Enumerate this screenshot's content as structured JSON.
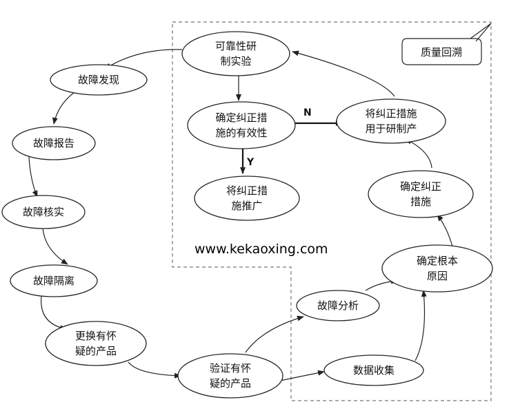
{
  "nodes": {
    "reliability_test": [
      "可靠性研",
      "制实验"
    ],
    "fault_discovery": [
      "故障发现"
    ],
    "fault_report": [
      "故障报告"
    ],
    "fault_verify": [
      "故障核实"
    ],
    "fault_isolate": [
      "故障隔离"
    ],
    "replace_suspect": [
      "更换有怀",
      "疑的产品"
    ],
    "verify_suspect": [
      "验证有怀",
      "疑的产品"
    ],
    "fault_analysis": [
      "故障分析"
    ],
    "data_collection": [
      "数据收集"
    ],
    "root_cause": [
      "确定根本",
      "原因"
    ],
    "corrective_measure": [
      "确定纠正",
      "措施"
    ],
    "apply_measure": [
      "将纠正措施",
      "用于研制产"
    ],
    "measure_effective": [
      "确定纠正措",
      "施的有效性"
    ],
    "promote_measure": [
      "将纠正措",
      "施推广"
    ]
  },
  "callout": "质量回溯",
  "edge_labels": {
    "no": "N",
    "yes": "Y"
  },
  "watermark": "www.kekaoxing.com"
}
